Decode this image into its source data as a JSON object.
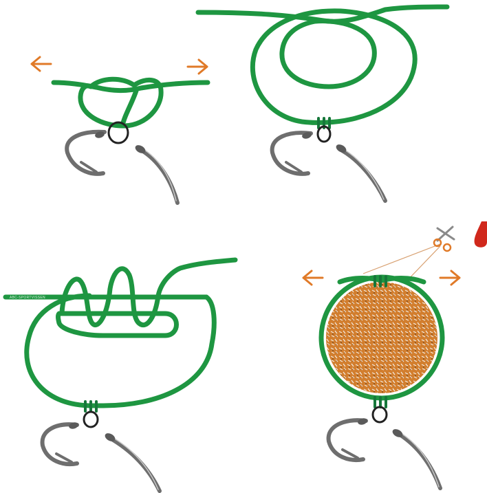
{
  "figure": {
    "panels": [
      {
        "id": "step-1"
      },
      {
        "id": "step-2"
      },
      {
        "id": "step-3"
      },
      {
        "id": "step-4"
      }
    ],
    "line_label": "ABC-SPORTVISSEN",
    "colors": {
      "line": "#1e9641",
      "arrows": "#e07a28",
      "bait": "#d27e2e",
      "hook": "#6e6e6e",
      "drop": "#d0281c"
    },
    "icons": [
      "left-arrow-icon",
      "right-arrow-icon",
      "scissors-icon",
      "glue-drop-icon",
      "hook-icon",
      "ring-icon",
      "boilie-bait-icon"
    ]
  }
}
